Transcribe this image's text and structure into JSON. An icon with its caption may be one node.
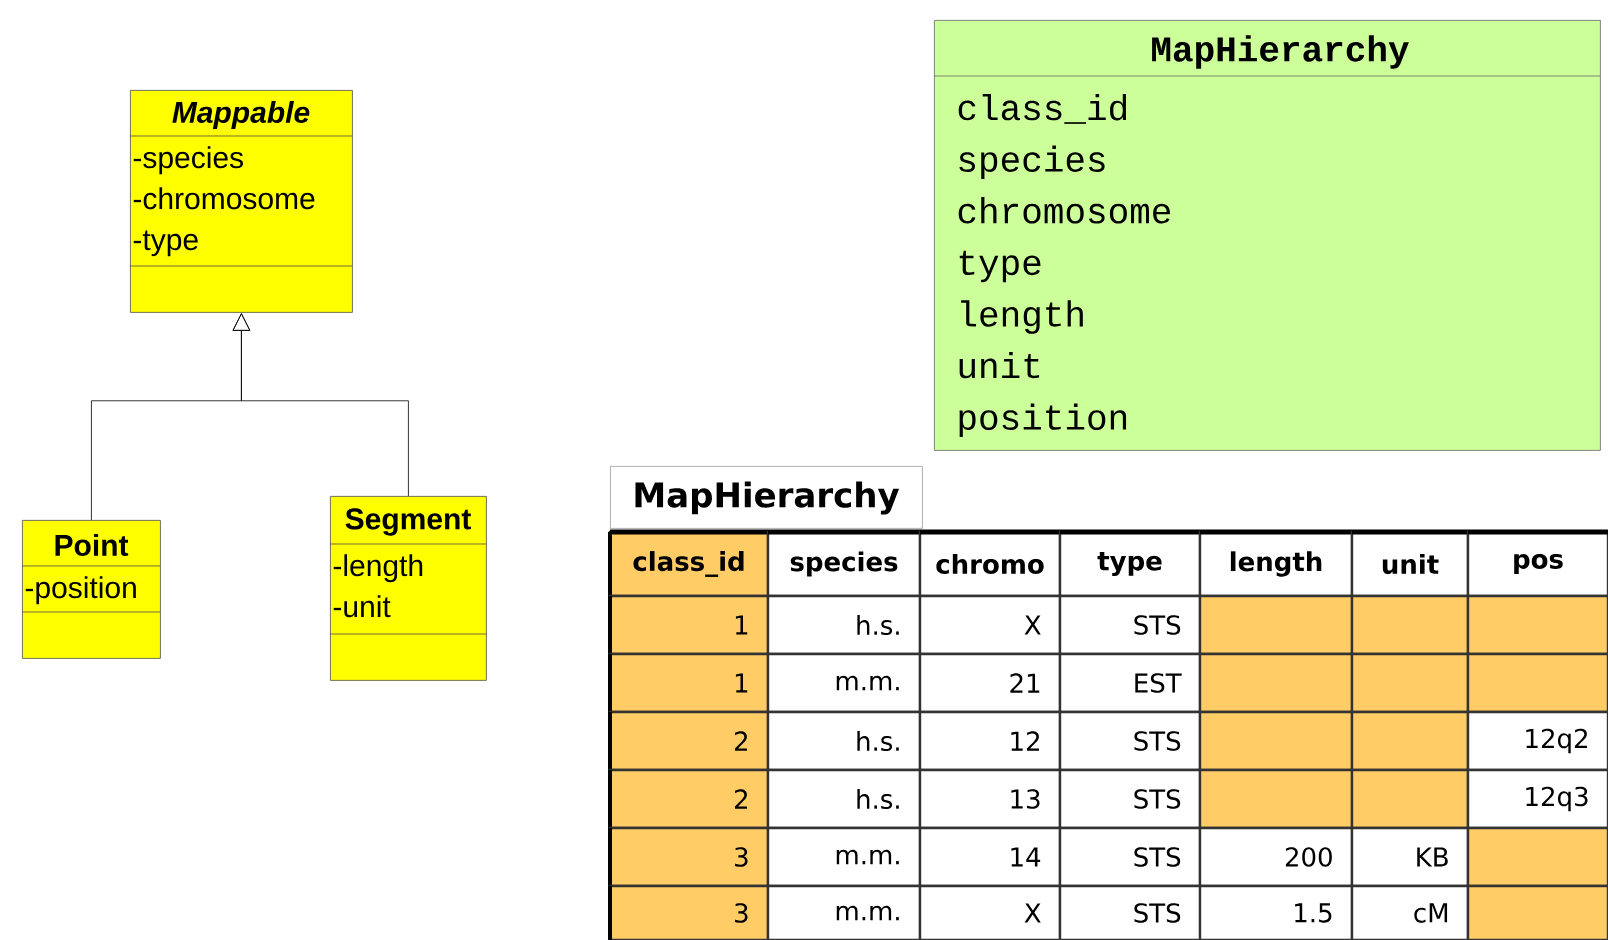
{
  "diagram": {
    "nodes": [
      {
        "text": [
          "Mappable",
          "-species",
          "-chromosome",
          "-type"
        ]
      },
      {
        "text": [
          "Point",
          "-position"
        ]
      },
      {
        "text": [
          "Segment",
          "-length",
          "-unit"
        ]
      },
      {
        "text": [
          "MapHierarchy",
          "class_id",
          "species",
          "chromosome",
          "type",
          "length",
          "unit",
          "position"
        ]
      },
      {
        "text": [
          "MapHierarchy"
        ]
      }
    ],
    "edges": [
      {
        "from": 1,
        "to": 0,
        "arrow": "to"
      },
      {
        "from": 2,
        "to": 0,
        "arrow": "to"
      }
    ],
    "labels": [
      "class_id",
      "species",
      "chromo",
      "type",
      "length",
      "unit",
      "pos",
      "1",
      "h.s.",
      "X",
      "STS",
      "1",
      "m.m.",
      "21",
      "EST",
      "2",
      "h.s.",
      "12",
      "STS",
      "12q2",
      "2",
      "h.s.",
      "13",
      "STS",
      "12q3",
      "3",
      "m.m.",
      "14",
      "STS",
      "200",
      "KB",
      "3",
      "m.m.",
      "X",
      "STS",
      "1.5",
      "cM"
    ]
  }
}
